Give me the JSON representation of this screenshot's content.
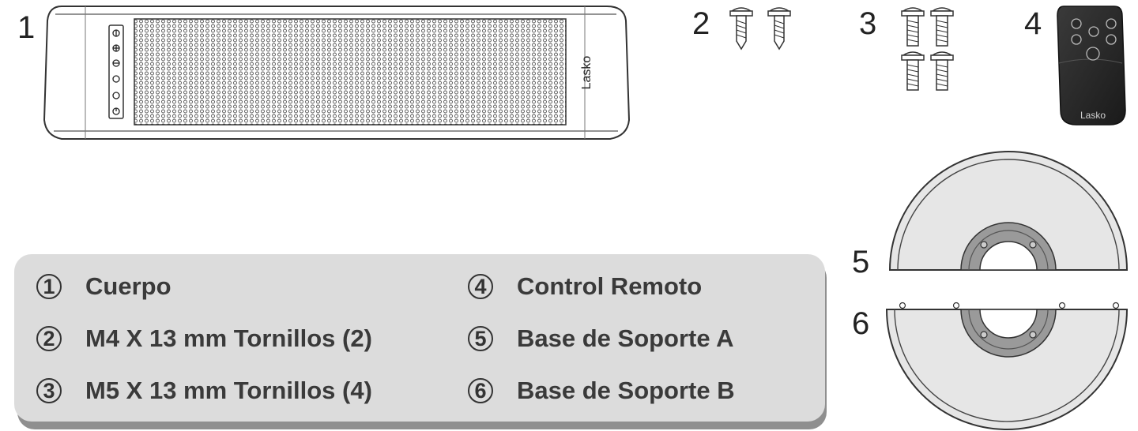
{
  "callouts": [
    "1",
    "2",
    "3",
    "4",
    "5",
    "6"
  ],
  "logos": {
    "tower": "Lasko",
    "remote": "Lasko"
  },
  "legend": [
    {
      "num": "1",
      "label": "Cuerpo"
    },
    {
      "num": "2",
      "label": "M4 X 13 mm Tornillos (2)"
    },
    {
      "num": "3",
      "label": "M5 X 13 mm Tornillos (4)"
    },
    {
      "num": "4",
      "label": "Control Remoto"
    },
    {
      "num": "5",
      "label": "Base de Soporte A"
    },
    {
      "num": "6",
      "label": "Base de Soporte B"
    }
  ],
  "colors": {
    "legend_bg": "#dcdcdc",
    "legend_shadow": "#8f8f8f",
    "remote_body": "#2f2f2f",
    "base_fill": "#e6e6e6"
  }
}
